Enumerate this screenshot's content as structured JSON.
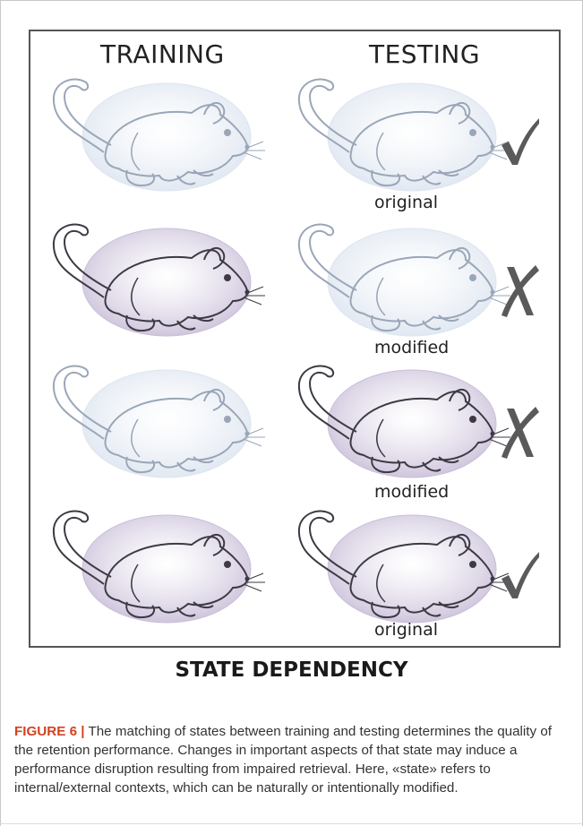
{
  "figure": {
    "headings": {
      "training": "TRAINING",
      "testing": "TESTING"
    },
    "rows": [
      {
        "training_state": "pale",
        "testing_state": "pale",
        "testing_label": "original",
        "result": "check",
        "result_icon": "checkmark-icon"
      },
      {
        "training_state": "purple",
        "testing_state": "pale",
        "testing_label": "modified",
        "result": "cross",
        "result_icon": "x-mark-icon"
      },
      {
        "training_state": "pale",
        "testing_state": "purple",
        "testing_label": "modified",
        "result": "cross",
        "result_icon": "x-mark-icon"
      },
      {
        "training_state": "purple",
        "testing_state": "purple",
        "testing_label": "original",
        "result": "check",
        "result_icon": "checkmark-icon"
      }
    ],
    "colors": {
      "pale_fill": "#dde5f0",
      "pale_outline": "#9aa6b8",
      "purple_fill": "#c9bed8",
      "purple_outline": "#3c3a44",
      "mark_color": "#5a5a5a"
    }
  },
  "footer_title": "STATE DEPENDENCY",
  "caption": {
    "label": "FIGURE 6 |",
    "text": " The matching of states between training and testing determines the quality of the retention performance. Changes in important aspects of that state may induce a performance disruption resulting from impaired retrieval. Here, «state» refers to internal/external contexts, which can be naturally or intentionally modified."
  }
}
